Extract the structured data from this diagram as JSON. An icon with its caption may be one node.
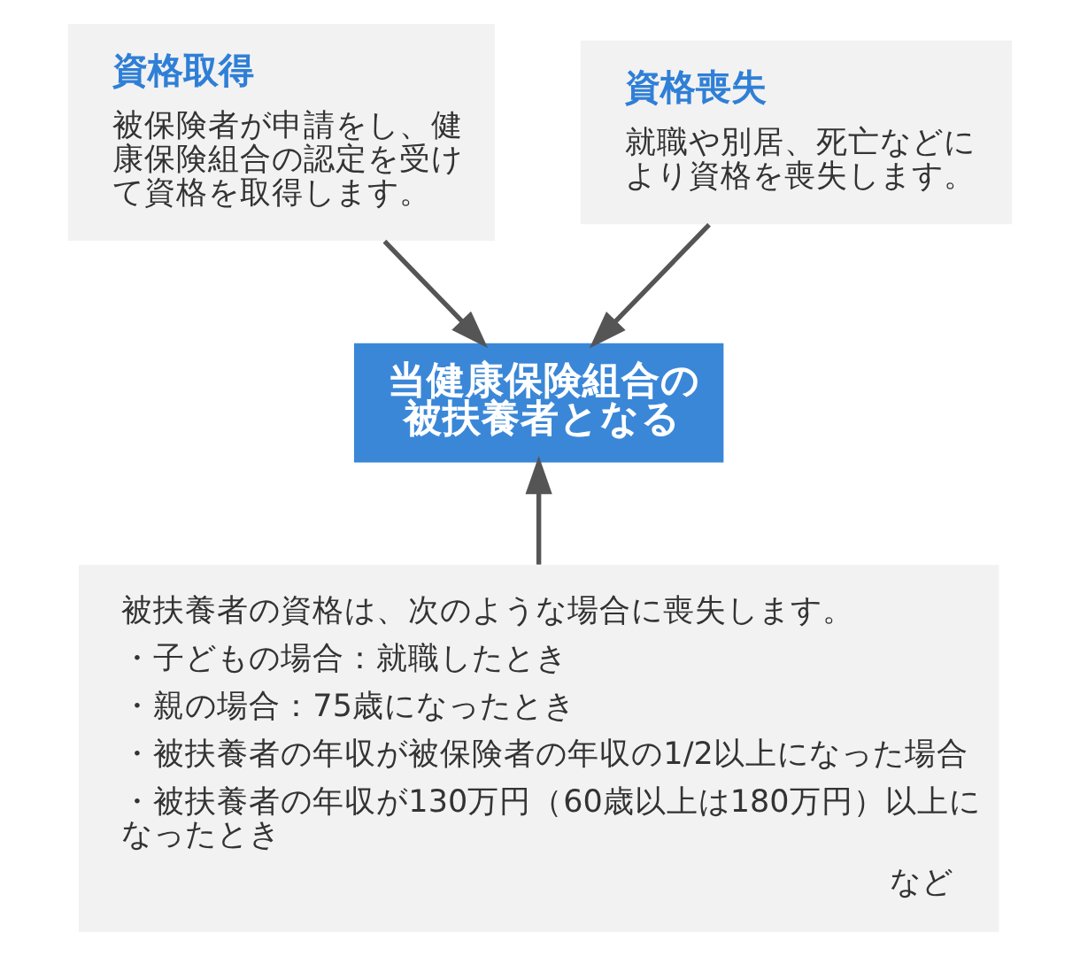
{
  "diagram": {
    "nodes": [
      {
        "text": [
          "資格取得",
          "被保険者が申請をし、健康保険組合の認定を受けて資格を取得します。"
        ]
      },
      {
        "text": [
          "資格喪失",
          "就職や別居、死亡などにより資格を喪失します。"
        ]
      },
      {
        "text": [
          "当健康保険組合の被扶養者となる"
        ]
      },
      {
        "text": [
          "被扶養者の資格は、次のような場合に喪失します。",
          "・子どもの場合：就職したとき",
          "・親の場合：75歳になったとき",
          "・被扶養者の年収が被保険者の年収の1/2以上になった場合",
          "・被扶養者の年収が130万円（60歳以上は180万円）以上になったとき",
          "など"
        ]
      }
    ],
    "edges": [
      {
        "from": 0,
        "to": 2,
        "arrow": "to"
      },
      {
        "from": 1,
        "to": 2,
        "arrow": "to"
      },
      {
        "from": 3,
        "to": 2,
        "arrow": "to"
      }
    ]
  }
}
